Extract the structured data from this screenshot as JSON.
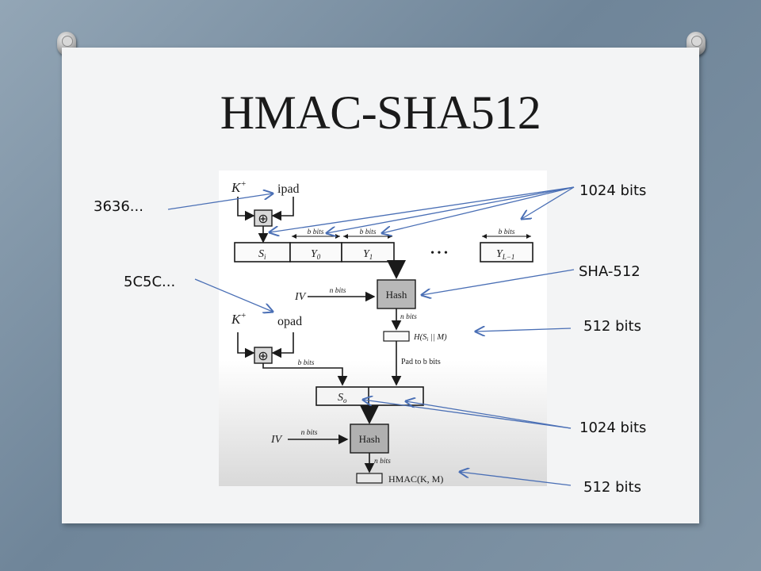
{
  "slide": {
    "title": "HMAC-SHA512"
  },
  "annotations": {
    "ipad_value": "3636...",
    "opad_value": "5C5C...",
    "block_bits_top": "1024 bits",
    "hash_function": "SHA-512",
    "inner_hash_bits": "512 bits",
    "outer_block_bits": "1024 bits",
    "output_bits": "512 bits"
  },
  "diagram": {
    "key_top": "K",
    "key_sup": "+",
    "ipad": "ipad",
    "opad": "opad",
    "key_bottom": "K",
    "xor_symbol": "⊕",
    "b_bits": "b bits",
    "n_bits": "n bits",
    "iv": "IV",
    "hash": "Hash",
    "ellipsis": "•   •   •",
    "blocks": [
      {
        "base": "S",
        "sub": "i"
      },
      {
        "base": "Y",
        "sub": "0"
      },
      {
        "base": "Y",
        "sub": "1"
      },
      {
        "base": "Y",
        "sub": "L−1"
      }
    ],
    "so_base": "S",
    "so_sub": "o",
    "inner_result": "H(S",
    "inner_result_sub": "i",
    "inner_result_tail": " || M)",
    "pad_to_b": "Pad to b bits",
    "hmac_out": "HMAC(K, M)"
  },
  "colors": {
    "annotation_arrow": "#4a6fb5",
    "diagram_ink": "#1a1a1a",
    "hash_box_fill": "#b8b8b8"
  }
}
